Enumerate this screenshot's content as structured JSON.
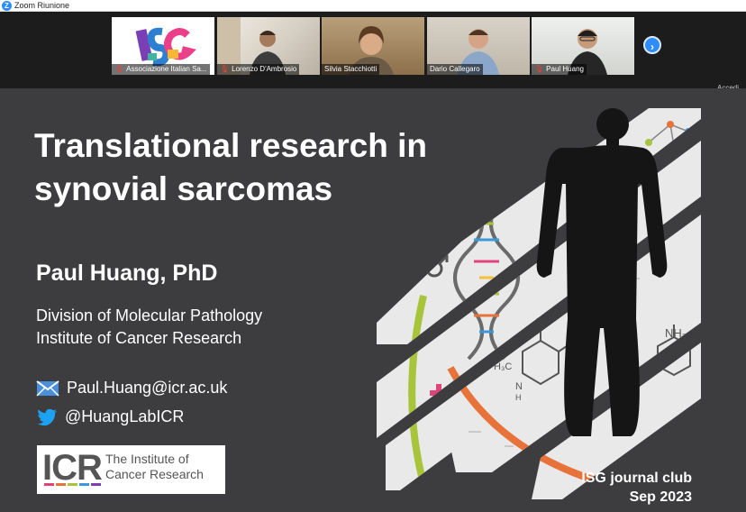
{
  "window": {
    "title": "Zoom Riunione",
    "logo_letter": "Z"
  },
  "gallery": {
    "participants": [
      {
        "name": "Associazione Italian Sa...",
        "avatar_text": "ISG"
      },
      {
        "name": "Lorenzo D'Ambrosio"
      },
      {
        "name": "Silvia Stacchiotti"
      },
      {
        "name": "Dario Callegaro"
      },
      {
        "name": "Paul Huang"
      }
    ],
    "next_button": "›",
    "login_label": "Accedi"
  },
  "slide": {
    "title_line1": "Translational research in",
    "title_line2": "synovial sarcomas",
    "speaker": "Paul Huang, PhD",
    "affiliation_line1": "Division of Molecular Pathology",
    "affiliation_line2": "Institute of Cancer Research",
    "email": "Paul.Huang@icr.ac.uk",
    "twitter": "@HuangLabICR",
    "logo": {
      "letters": "ICR",
      "name_line1": "The Institute of",
      "name_line2": "Cancer Research"
    },
    "event_line1": "ISG journal club",
    "event_line2": "Sep 2023",
    "art_labels": {
      "nh2_top": "NH₂",
      "nh2_right": "NH₂",
      "ch3": "H₃C",
      "oxygen": "O",
      "nitrogen": "N",
      "hydrogen": "H"
    }
  },
  "colors": {
    "zoom_blue": "#2D8CFF",
    "slide_bg": "#3d3d3f",
    "stripe": "#e9e9e9",
    "accent_green": "#a8c43a",
    "accent_orange": "#e7733a",
    "accent_pink": "#e0427a",
    "twitter_blue": "#1da1f2",
    "mail_blue": "#4a90d9"
  },
  "icons": [
    "zoom-logo",
    "mic-muted-icon",
    "chevron-right-icon",
    "envelope-icon",
    "twitter-bird-icon",
    "dna-icon",
    "male-symbol-icon",
    "plus-icon",
    "human-silhouette-icon",
    "molecule-icon"
  ]
}
